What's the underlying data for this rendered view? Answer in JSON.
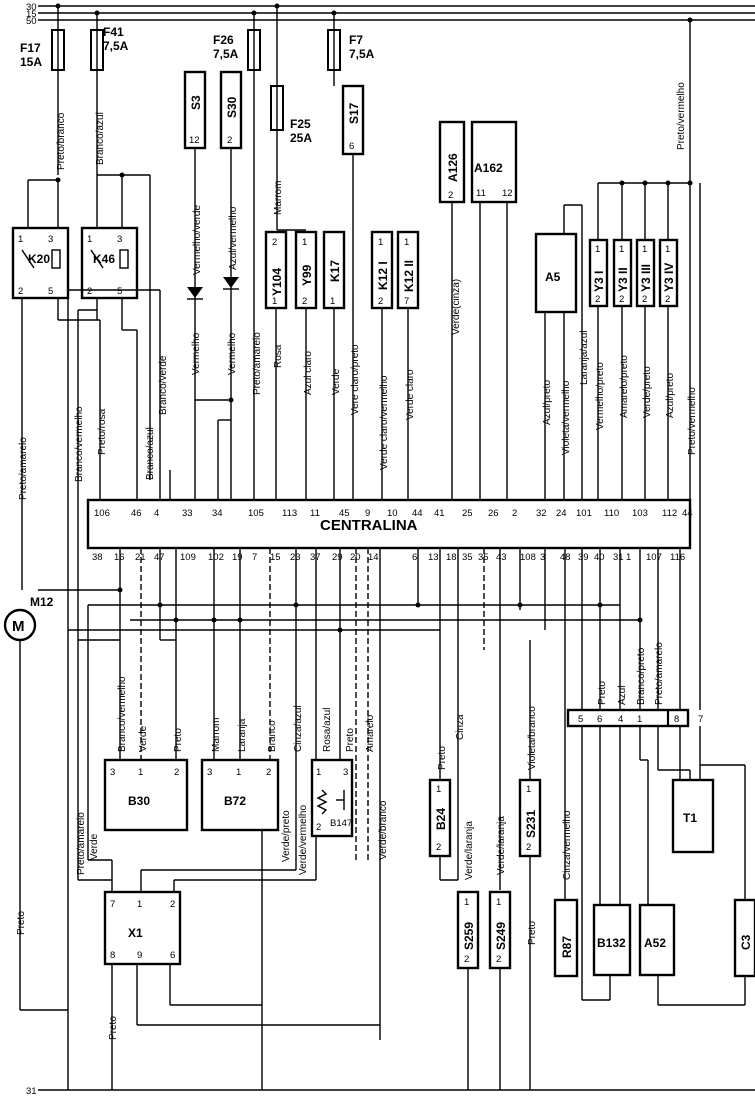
{
  "rails": {
    "r30": "30",
    "r15": "15",
    "r50": "50",
    "r31": "31"
  },
  "fuses": [
    {
      "id": "f17",
      "label": "F17",
      "rating": "15A"
    },
    {
      "id": "f41",
      "label": "F41",
      "rating": "7,5A"
    },
    {
      "id": "f26",
      "label": "F26",
      "rating": "7,5A"
    },
    {
      "id": "f25",
      "label": "F25",
      "rating": "25A"
    },
    {
      "id": "f7",
      "label": "F7",
      "rating": "7,5A"
    }
  ],
  "components": {
    "k20": "K20",
    "k46": "K46",
    "s3": "S3",
    "s30": "S30",
    "s17": "S17",
    "a126": "A126",
    "a162": "A162",
    "y104": "Y104",
    "y99": "Y99",
    "k17": "K17",
    "k121": "K12 I",
    "k122": "K12 II",
    "a5": "A5",
    "y3i": "Y3 I",
    "y3ii": "Y3 II",
    "y3iii": "Y3 III",
    "y3iv": "Y3 IV",
    "m12": "M12",
    "central": "CENTRALINA",
    "b30": "B30",
    "b72": "B72",
    "b147": "B147",
    "b24": "B24",
    "s231": "S231",
    "t1": "T1",
    "x1": "X1",
    "s259": "S259",
    "s249": "S249",
    "r87": "R87",
    "b132": "B132",
    "a52": "A52",
    "c3": "C3"
  },
  "wires": {
    "preto_branco": "Preto/branco",
    "branco_azul": "Branco/azul",
    "vermelho_verde": "Vermelho/verde",
    "azul_vermelho": "Azul/vermelho",
    "marrom": "Marrom",
    "verde_cinza": "Verde(cinza)",
    "preto_vermelho": "Preto/vermelho",
    "vermelho": "Vermelho",
    "vermelho2": "Vermelho",
    "preto_amarelo": "Preto/amarelo",
    "rosa": "Rosa",
    "azul_claro": "Azul claro",
    "verde": "Verde",
    "vere_claro_preto": "Vere claro/preto",
    "verde_claro_vermelho": "Verde claro/vermelho",
    "verde_claro": "Verde claro",
    "branco_vermelho": "Branco/vermelho",
    "preto_rosa": "Preto/rosa",
    "branco_azul2": "Branco/azul",
    "branco_verde": "Branco/verde",
    "preto_amarelo2": "Preto/amarelo",
    "azul_preto": "Azul/preto",
    "violeta_vermelho": "Violeta/vermelho",
    "laranja_azul": "Laranja/azul",
    "vermelho_preto": "Vermelho/preto",
    "amarelo_preto": "Amarelo/preto",
    "verde_preto": "Verde/preto",
    "azul_preto2": "Azul/preto",
    "preto_vermelho2": "Preto/vermelho",
    "b_branco_vermelho": "Branco/vermelho",
    "b_verde": "Verde",
    "b_preto": "Preto",
    "b_marrom": "Marrom",
    "b_laranja": "Laranja",
    "b_branco": "Branco",
    "b_cinza_azul": "Cinza/azul",
    "b_verde_preto": "Verde/preto",
    "b_verde_vermelho": "Verde/vermelho",
    "b_rosa_azul": "Rosa/azul",
    "b_preto2": "Preto",
    "b_amarelo": "Amarelo",
    "b_verde_branco": "Verde/branco",
    "b_preto_amarelo": "Preto/amarelo",
    "b_verde2": "Verde",
    "b_preto3": "Preto",
    "b_cinza": "Cinza",
    "b_verde_laranja": "Verde/laranja",
    "b_verde_laranja2": "Verde/laranja",
    "b_violeta_branco": "Violeta/branco",
    "b_preto4": "Preto",
    "b_cinza_vermelho": "Cinza/vermelho",
    "t_preto": "Preto",
    "t_azul": "Azul",
    "t_branco_preto": "Branco/preto",
    "t_preto_amarelo": "Preto/amarelo",
    "m_preto": "Preto",
    "x_preto": "Preto"
  },
  "top_pins": [
    "106",
    "46",
    "4",
    "33",
    "34",
    "105",
    "113",
    "11",
    "45",
    "9",
    "10",
    "44",
    "41",
    "25",
    "26",
    "2",
    "32",
    "24",
    "101",
    "110",
    "103",
    "112",
    "44"
  ],
  "bottom_pins": [
    "38",
    "16",
    "21",
    "47",
    "109",
    "102",
    "19",
    "7",
    "15",
    "23",
    "37",
    "29",
    "20",
    "14",
    "6",
    "13",
    "18",
    "35",
    "35",
    "43",
    "108",
    "3",
    "48",
    "39",
    "40",
    "31",
    "1",
    "107",
    "116"
  ],
  "pins": {
    "k20_1": "1",
    "k20_3": "3",
    "k20_2": "2",
    "k20_5": "5",
    "k46_1": "1",
    "k46_3": "3",
    "k46_2": "2",
    "k46_5": "5",
    "s3": "12",
    "s30": "2",
    "s17": "6",
    "a126": "2",
    "a162_a": "11",
    "a162_b": "12",
    "y104_t": "2",
    "y104_b": "1",
    "y99_t": "1",
    "y99_b": "2",
    "k17_b": "1",
    "k121_t": "1",
    "k121_b": "2",
    "k122_t": "1",
    "k122_b": "7",
    "y3i_t": "1",
    "y3i_b": "2",
    "y3ii_t": "1",
    "y3ii_b": "2",
    "y3iii_t": "1",
    "y3iii_b": "2",
    "y3iv_t": "1",
    "y3iv_b": "2",
    "b30_3": "3",
    "b30_1": "1",
    "b30_2": "2",
    "b72_3": "3",
    "b72_1": "1",
    "b72_2": "2",
    "b147_1": "1",
    "b147_3": "3",
    "b147_2": "2",
    "b24_1": "1",
    "b24_2": "2",
    "s231_1": "1",
    "s231_2": "2",
    "s259_1": "1",
    "s259_2": "2",
    "s249_1": "1",
    "s249_2": "2",
    "x1_7": "7",
    "x1_1": "1",
    "x1_2": "2",
    "x1_8": "8",
    "x1_9": "9",
    "x1_6": "6",
    "t1c_5": "5",
    "t1c_6": "6",
    "t1c_4": "4",
    "t1c_1": "1",
    "t1c_8": "8",
    "t1c_7": "7"
  }
}
